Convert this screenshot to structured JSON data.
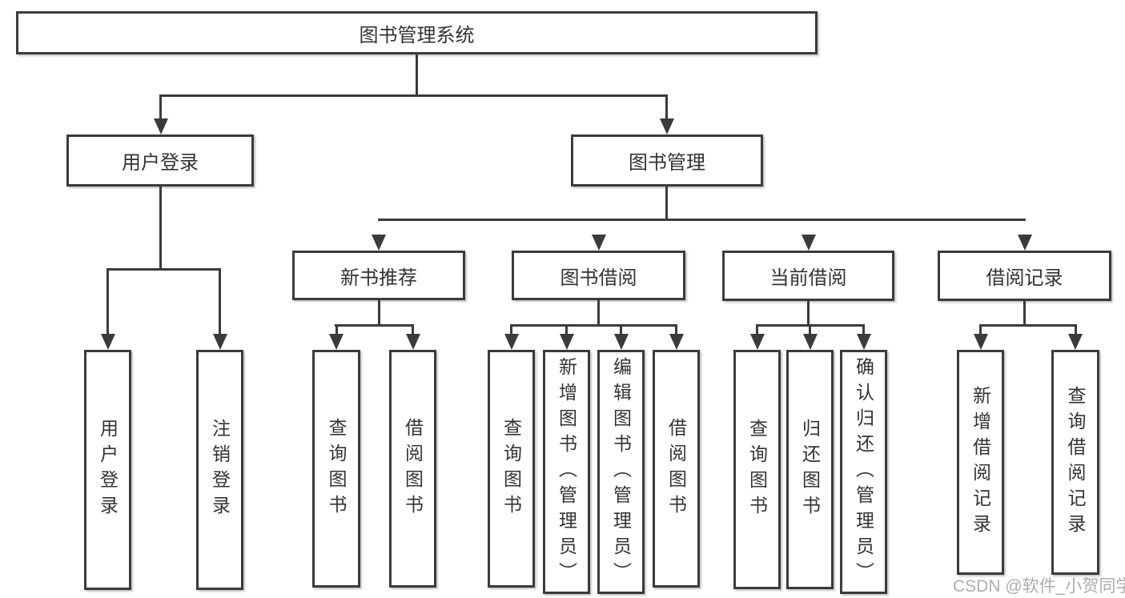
{
  "tree": {
    "root": {
      "label": "图书管理系统",
      "children": [
        {
          "label": "用户登录",
          "children": [
            {
              "label": "用户登录"
            },
            {
              "label": "注销登录"
            }
          ]
        },
        {
          "label": "图书管理",
          "children": [
            {
              "label": "新书推荐",
              "children": [
                {
                  "label": "查询图书"
                },
                {
                  "label": "借阅图书"
                }
              ]
            },
            {
              "label": "图书借阅",
              "children": [
                {
                  "label": "查询图书"
                },
                {
                  "label": "新增图书（管理员）"
                },
                {
                  "label": "编辑图书（管理员）"
                },
                {
                  "label": "借阅图书"
                }
              ]
            },
            {
              "label": "当前借阅",
              "children": [
                {
                  "label": "查询图书"
                },
                {
                  "label": "归还图书"
                },
                {
                  "label": "确认归还（管理员）"
                }
              ]
            },
            {
              "label": "借阅记录",
              "children": [
                {
                  "label": "新增借阅记录"
                },
                {
                  "label": "查询借阅记录"
                }
              ]
            }
          ]
        }
      ]
    }
  },
  "watermark": {
    "text": "CSDN @软件_小贺同学"
  },
  "colors": {
    "line": "#3b3b3b",
    "text": "#333333",
    "watermark": "#a8a8a8",
    "background": "#ffffff"
  }
}
